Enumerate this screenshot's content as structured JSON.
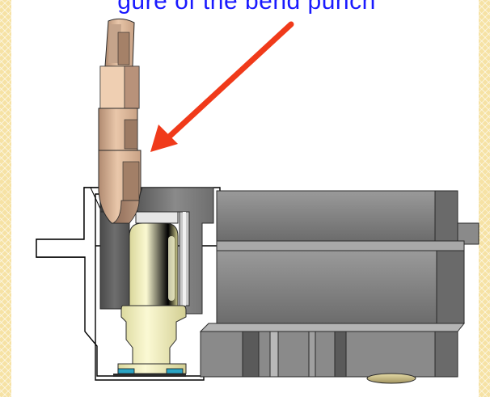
{
  "slide": {
    "title": "gure of the bend punch",
    "background_color": "#f6e2a4",
    "title_color": "#1a1aff"
  },
  "diagram": {
    "callout_arrow_color": "#f03a1a",
    "parts": [
      {
        "name": "bend-punch",
        "color": "#e8c4a6"
      },
      {
        "name": "die-block",
        "color": "#7c7c7c"
      },
      {
        "name": "workpiece-pin",
        "color": "#f5f3c0"
      },
      {
        "name": "die-holder-outline",
        "color": "#ffffff"
      }
    ]
  }
}
